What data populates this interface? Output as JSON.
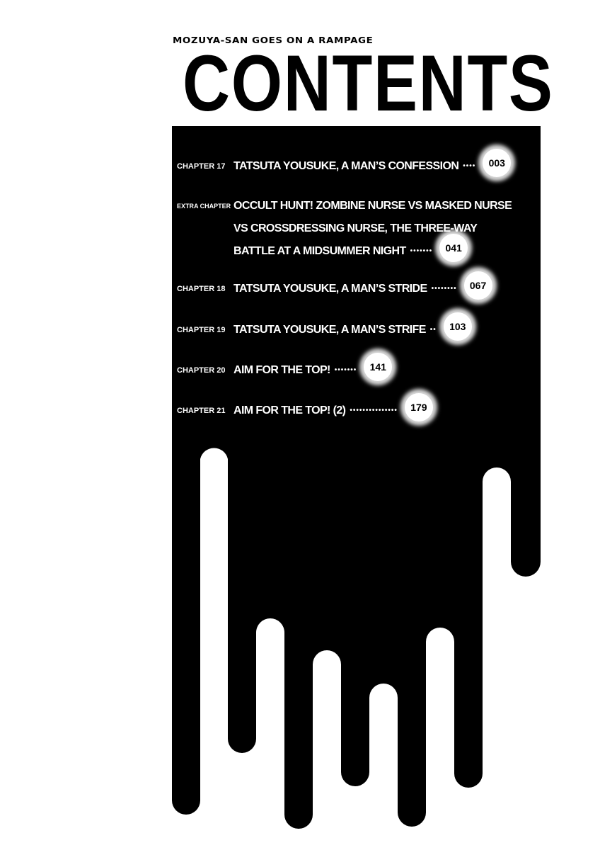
{
  "header": {
    "series_title": "MOZUYA-SAN GOES ON A RAMPAGE",
    "title": "CONTENTS"
  },
  "entries": [
    {
      "label": "CHAPTER 17",
      "lines": [
        "TATSUTA YOUSUKE, A MAN’S CONFESSION"
      ],
      "dots": "••••",
      "page": "003"
    },
    {
      "label": "EXTRA CHAPTER",
      "lines": [
        "OCCULT HUNT!  ZOMBINE NURSE VS MASKED NURSE",
        "VS CROSSDRESSING NURSE, THE THREE-WAY",
        "BATTLE AT A MIDSUMMER NIGHT"
      ],
      "dots": "•••••••",
      "page": "041"
    },
    {
      "label": "CHAPTER 18",
      "lines": [
        "TATSUTA YOUSUKE, A MAN’S STRIDE"
      ],
      "dots": "••••••••",
      "page": "067"
    },
    {
      "label": "CHAPTER 19",
      "lines": [
        "TATSUTA YOUSUKE, A MAN’S STRIFE"
      ],
      "dots": "••",
      "page": "103"
    },
    {
      "label": "CHAPTER 20",
      "lines": [
        "AIM FOR THE TOP!"
      ],
      "dots": "•••••••",
      "page": "141"
    },
    {
      "label": "CHAPTER 21",
      "lines": [
        "AIM FOR THE TOP! (2)"
      ],
      "dots": "•••••••••••••••",
      "page": "179"
    }
  ],
  "colors": {
    "ink": "#000000",
    "paper": "#ffffff"
  }
}
